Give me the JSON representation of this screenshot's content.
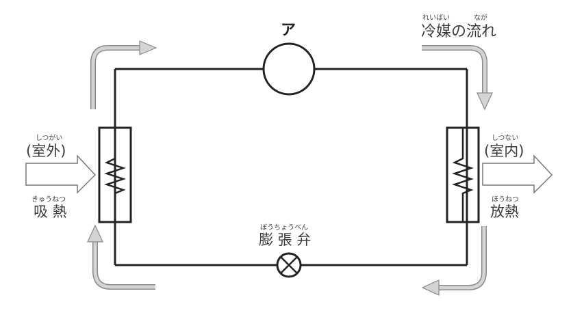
{
  "diagram": {
    "title": "冷媒の流れ",
    "title_ruby_1": "れいばい",
    "title_ruby_2": "なが",
    "component_a": "ア",
    "outdoor": {
      "label": "(室外)",
      "ruby": "しつがい",
      "action": "吸 熱",
      "action_ruby": "きゅうねつ"
    },
    "indoor": {
      "label": "(室内)",
      "ruby": "しつない",
      "action": "放熱",
      "action_ruby": "ほうねつ"
    },
    "valve": {
      "label": "膨 張 弁",
      "ruby": "ぼうちょうべん"
    },
    "colors": {
      "line": "#222222",
      "flow_arrow_fill": "#d4d4d4",
      "flow_arrow_stroke": "#8a8a8a",
      "heat_arrow_fill": "#ffffff",
      "heat_arrow_stroke": "#777777"
    }
  }
}
